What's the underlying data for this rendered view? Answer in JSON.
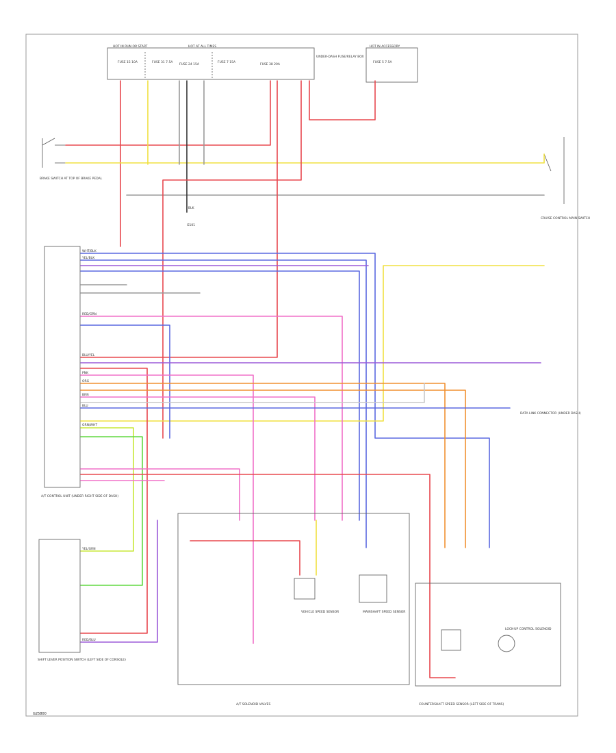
{
  "footer_code": "G25800",
  "fuse_box": {
    "left_label": "HOT IN RUN OR START",
    "mid_label": "HOT AT ALL TIMES",
    "right_label": "HOT IN ACCESSORY",
    "cells": [
      "FUSE 15 10A",
      "FUSE 31 7.5A",
      "FUSE 24 15A",
      "FUSE 7 15A",
      "FUSE 38 20A",
      "UNDER-DASH FUSE/RELAY BOX",
      "FUSE 5 7.5A"
    ]
  },
  "wire_colors": {
    "red": "#e8484f",
    "yellow": "#f0e040",
    "gray": "#9a9a9a",
    "black": "#333333",
    "blue": "#5a68e0",
    "violet": "#9b5ad8",
    "pink": "#f070c8",
    "orange": "#f09030",
    "green": "#60d840",
    "white": "#c8c8c8",
    "light_green": "#c8e838"
  },
  "components": {
    "brake_switch": "BRAKE SWITCH AT TOP OF BRAKE PEDAL",
    "ecm_label": "A/T CONTROL UNIT (UNDER RIGHT SIDE OF DASH)",
    "cruise_switch": "CRUISE CONTROL MAIN SWITCH",
    "shift_lever": "SHIFT LEVER POSITION SWITCH (LEFT SIDE OF CONSOLE)",
    "solenoid": "A/T SOLENOID VALVES",
    "speed_sensor": "VEHICLE SPEED SENSOR",
    "ground": "G101",
    "counter": "COUNTERSHAFT SPEED SENSOR (LEFT SIDE OF TRANS)",
    "mainshaft": "MAINSHAFT SPEED SENSOR",
    "lockup": "LOCK-UP CONTROL SOLENOID",
    "diag": "DATA LINK CONNECTOR (UNDER DASH)"
  },
  "wires": {
    "wht_blk": "WHT/BLK",
    "yel_blk": "YEL/BLK",
    "red_grn": "RED/GRN",
    "blu_yel": "BLU/YEL",
    "blu": "BLU",
    "grn_wht": "GRN/WHT",
    "org": "ORG",
    "pnk": "PNK",
    "brn": "BRN",
    "yel_grn": "YEL/GRN",
    "blk": "BLK",
    "red_blu": "RED/BLU"
  }
}
